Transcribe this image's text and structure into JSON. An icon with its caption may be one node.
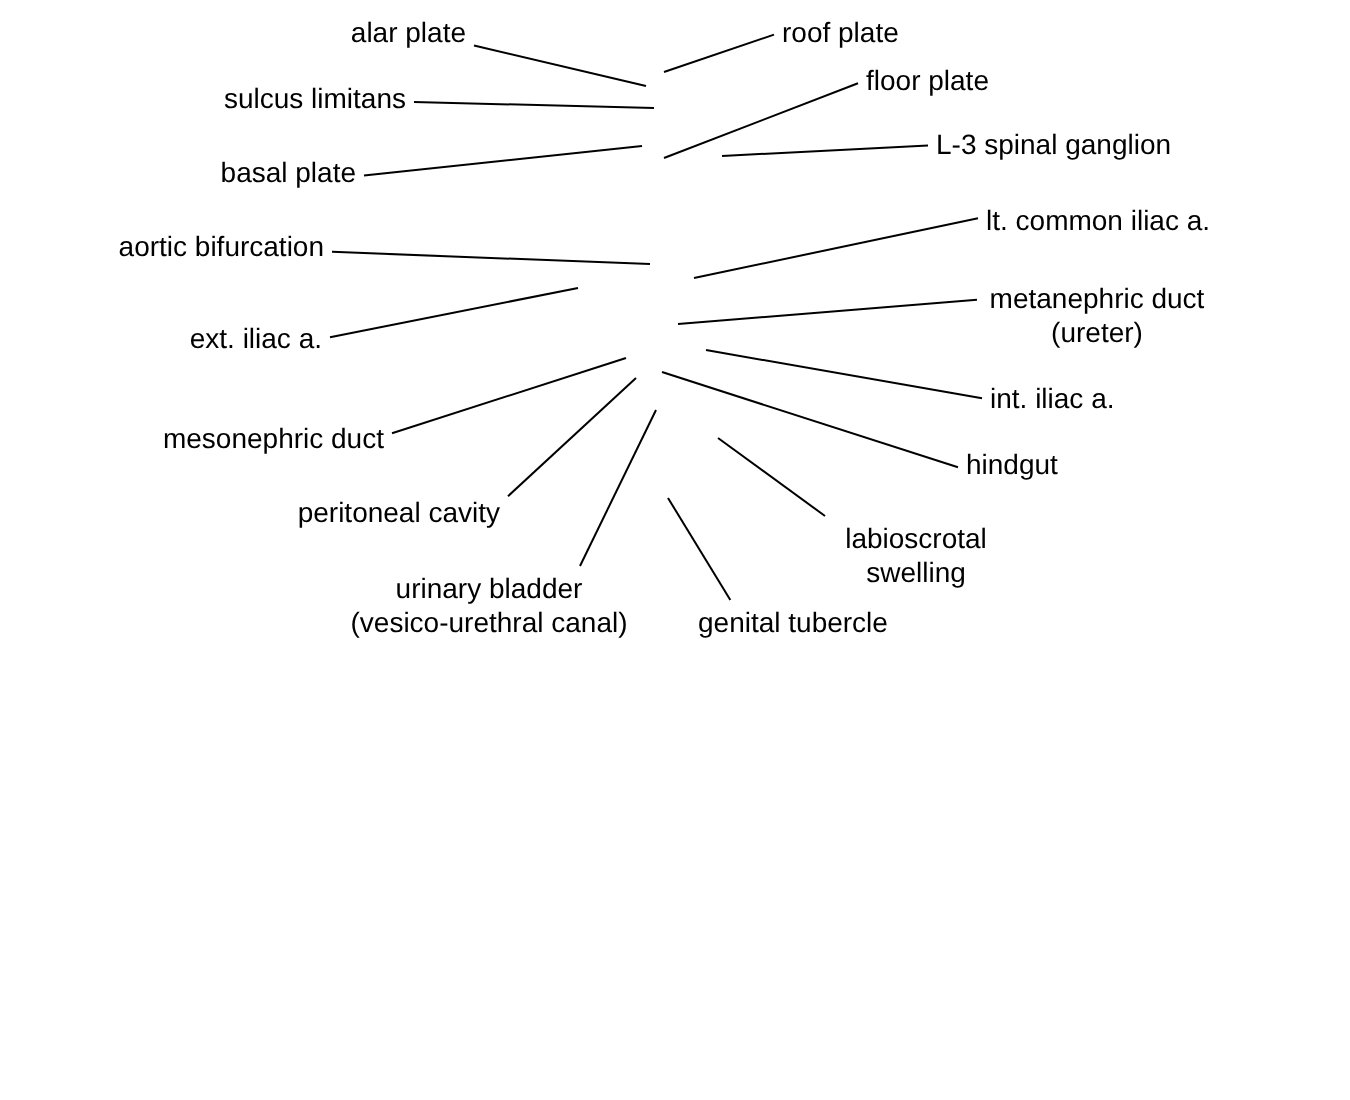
{
  "diagram": {
    "nodes": [
      {
        "text": [
          "alar plate"
        ]
      },
      {
        "text": [
          "roof plate"
        ]
      },
      {
        "text": [
          "floor plate"
        ]
      },
      {
        "text": [
          "sulcus limitans"
        ]
      },
      {
        "text": [
          "L-3 spinal ganglion"
        ]
      },
      {
        "text": [
          "basal plate"
        ]
      },
      {
        "text": [
          "lt. common iliac a."
        ]
      },
      {
        "text": [
          "aortic bifurcation"
        ]
      },
      {
        "text": [
          "metanephric duct (ureter)"
        ]
      },
      {
        "text": [
          "ext. iliac a."
        ]
      },
      {
        "text": [
          "int. iliac a."
        ]
      },
      {
        "text": [
          "mesonephric duct"
        ]
      },
      {
        "text": [
          "hindgut"
        ]
      },
      {
        "text": [
          "peritoneal cavity"
        ]
      },
      {
        "text": [
          "labioscrotal swelling"
        ]
      },
      {
        "text": [
          "urinary bladder (vesico-urethral canal)"
        ]
      },
      {
        "text": [
          "genital tubercle"
        ]
      }
    ],
    "edges": [
      {
        "from": 0,
        "to": null,
        "arrow": "none"
      },
      {
        "from": 1,
        "to": null,
        "arrow": "none"
      },
      {
        "from": 2,
        "to": null,
        "arrow": "none"
      },
      {
        "from": 3,
        "to": null,
        "arrow": "none"
      },
      {
        "from": 4,
        "to": null,
        "arrow": "none"
      },
      {
        "from": 5,
        "to": null,
        "arrow": "none"
      },
      {
        "from": 6,
        "to": null,
        "arrow": "none"
      },
      {
        "from": 7,
        "to": null,
        "arrow": "none"
      },
      {
        "from": 8,
        "to": null,
        "arrow": "none"
      },
      {
        "from": 9,
        "to": null,
        "arrow": "none"
      },
      {
        "from": 10,
        "to": null,
        "arrow": "none"
      },
      {
        "from": 11,
        "to": null,
        "arrow": "none"
      },
      {
        "from": 12,
        "to": null,
        "arrow": "none"
      },
      {
        "from": 13,
        "to": null,
        "arrow": "none"
      },
      {
        "from": 14,
        "to": null,
        "arrow": "none"
      },
      {
        "from": 15,
        "to": null,
        "arrow": "none"
      },
      {
        "from": 16,
        "to": null,
        "arrow": "none"
      }
    ]
  }
}
